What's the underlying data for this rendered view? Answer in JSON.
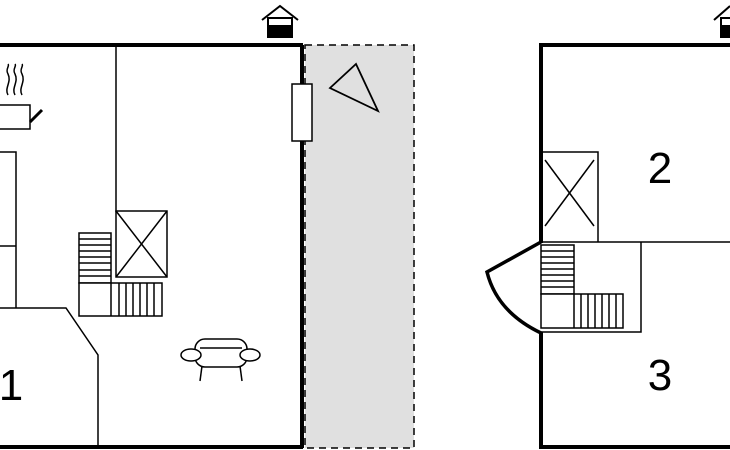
{
  "rooms": [
    {
      "number": "1"
    },
    {
      "number": "2"
    },
    {
      "number": "3"
    }
  ],
  "icons": {
    "entrance": "house-entrance-icon",
    "kitchen": "cooking-pot-icon",
    "sofa": "armchair-icon",
    "shaft": "crossed-square-icon",
    "stairs": "stairs-icon",
    "terrace_marker": "triangle-icon"
  },
  "colors": {
    "wall": "#000000",
    "terrace": "#e0e0e0",
    "background": "#ffffff"
  }
}
